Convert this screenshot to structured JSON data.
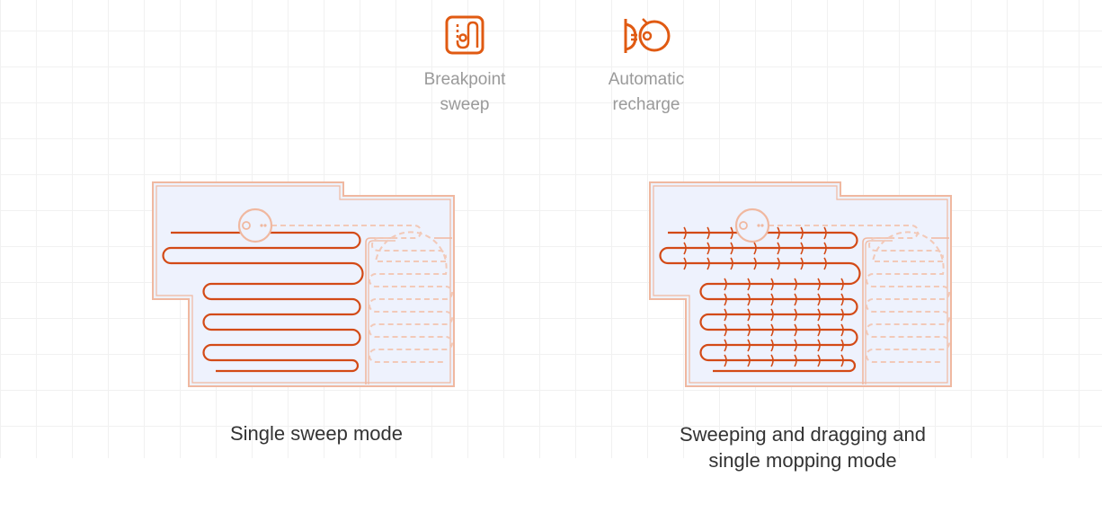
{
  "colors": {
    "accent": "#e05a12",
    "path": "#d34a16",
    "wall": "#f0b8a0",
    "floor": "#eef2fd",
    "dashed_path": "#f2c9b8",
    "grid": "#f1f1f1"
  },
  "features": [
    {
      "icon": "breakpoint-sweep-icon",
      "label": "Breakpoint\nsweep"
    },
    {
      "icon": "automatic-recharge-icon",
      "label": "Automatic\nrecharge"
    }
  ],
  "modes": [
    {
      "caption": "Single sweep mode"
    },
    {
      "caption": "Sweeping and dragging and\nsingle mopping mode"
    }
  ]
}
